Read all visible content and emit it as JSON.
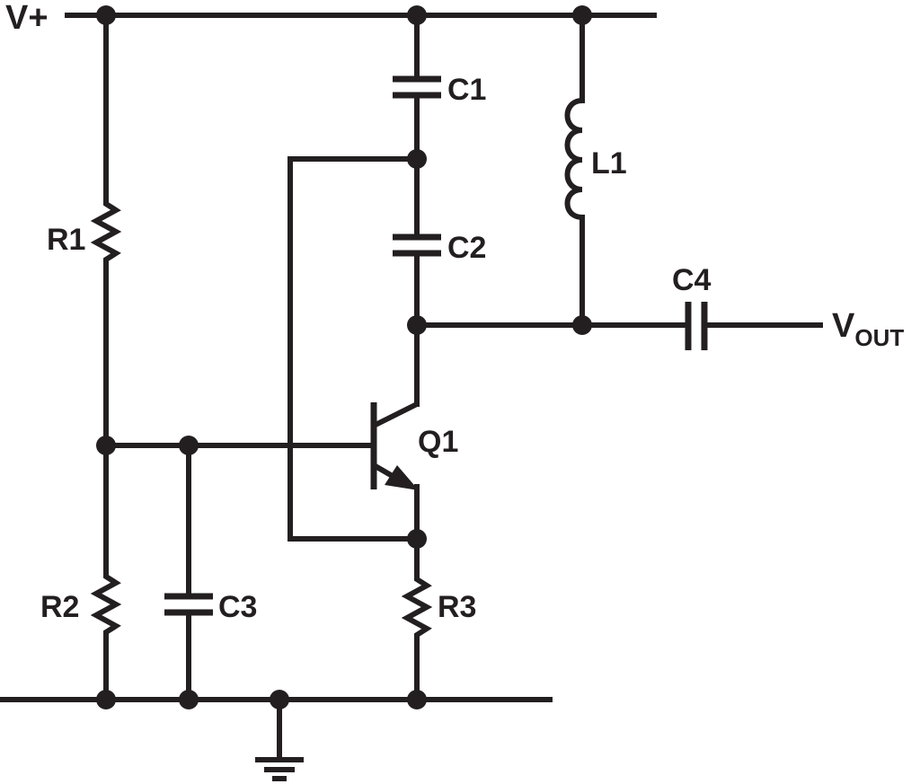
{
  "labels": {
    "vplus": "V+",
    "r1": "R1",
    "r2": "R2",
    "r3": "R3",
    "c1": "C1",
    "c2": "C2",
    "c3": "C3",
    "c4": "C4",
    "l1": "L1",
    "q1": "Q1",
    "vout_main": "V",
    "vout_sub": "OUT"
  },
  "colors": {
    "ink": "#231f20",
    "background": "#ffffff"
  }
}
